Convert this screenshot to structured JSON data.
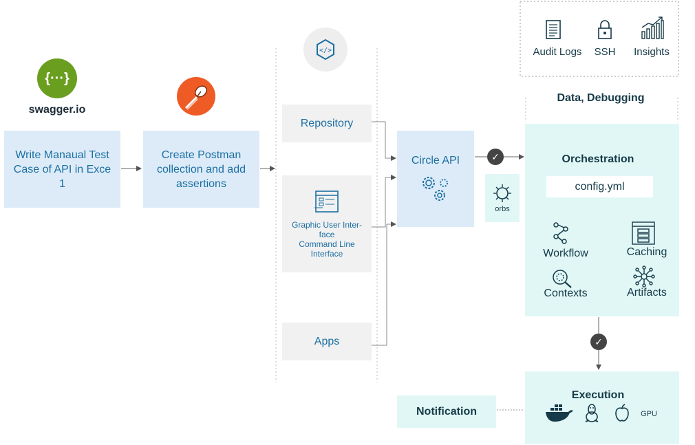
{
  "swagger": {
    "logo_text": "{···}",
    "label": "swagger.io"
  },
  "steps": {
    "manual": "Write Manaual Test Case of API in Exce 1",
    "postman": "Create Postman collection and add assertions"
  },
  "sources": {
    "repository": "Repository",
    "gui_line1": "Graphic User Inter-",
    "gui_line2": "face",
    "cli_line1": "Command Line",
    "cli_line2": "Interface",
    "apps": "Apps"
  },
  "circle_api": "Circle API",
  "orbs": "orbs",
  "monitoring": {
    "audit_logs": "Audit Logs",
    "ssh": "SSH",
    "insights": "Insights"
  },
  "data_debugging": "Data, Debugging",
  "orchestration": {
    "title": "Orchestration",
    "config": "config.yml",
    "workflow": "Workflow",
    "caching": "Caching",
    "contexts": "Contexts",
    "artifacts": "Artifacts"
  },
  "execution": {
    "title": "Execution",
    "gpu": "GPU"
  },
  "notification": "Notification",
  "colors": {
    "blue_box": "#dcebf7",
    "grey_box": "#f1f1f1",
    "teal_box": "#e0f7f6",
    "blue_text": "#1c6fa3",
    "dark_text": "#163a48",
    "swagger_green": "#6a9e1f",
    "postman_orange": "#ef5b25"
  }
}
